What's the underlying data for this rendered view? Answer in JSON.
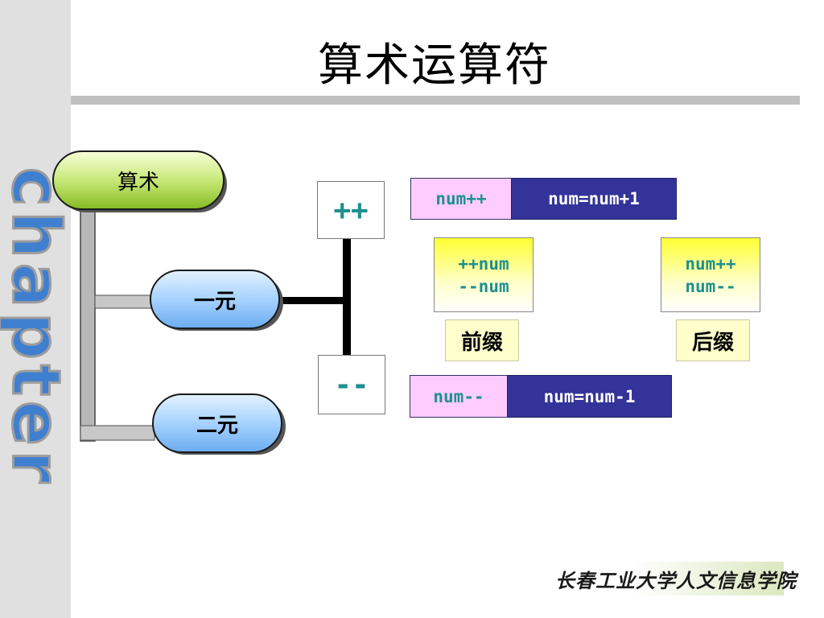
{
  "slide": {
    "title": "算术运算符",
    "side_word": "chapter",
    "footer": "长春工业大学人文信息学院"
  },
  "diagram": {
    "root": "算术",
    "unary": "一元",
    "binary": "二元",
    "op_increment": "++",
    "op_decrement": "--",
    "inc_expr": "num++",
    "inc_result": "num=num+1",
    "dec_expr": "num--",
    "dec_result": "num=num-1",
    "prefix_forms": [
      "++num",
      "--num"
    ],
    "postfix_forms": [
      "num++",
      "num--"
    ],
    "prefix_label": "前缀",
    "postfix_label": "后缀"
  },
  "colors": {
    "sidebar": "#e0e0e0",
    "teal_text": "#1e9090",
    "navy": "#333399",
    "pink": "#ffccff",
    "pill_green": "#a0d040",
    "pill_blue": "#8cc4ff"
  }
}
